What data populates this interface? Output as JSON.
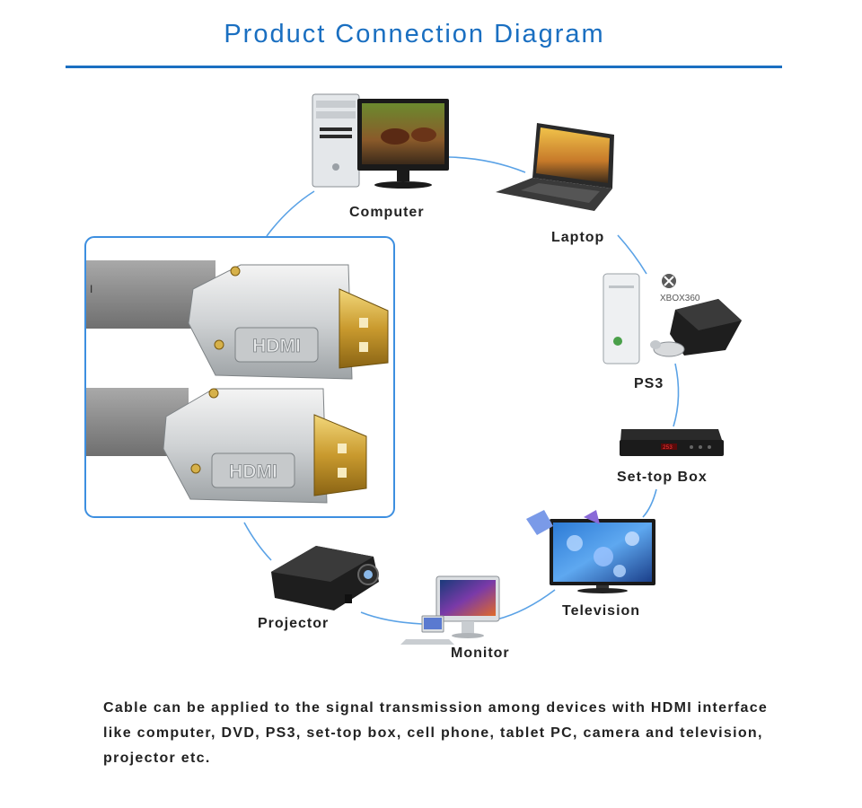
{
  "title": "Product Connection Diagram",
  "colors": {
    "accent": "#1a6fc1",
    "connector": "#5aa2e6"
  },
  "devices": {
    "computer": "Computer",
    "laptop": "Laptop",
    "ps3": "PS3",
    "ps3_badge": "XBOX360",
    "settop": "Set-top Box",
    "television": "Television",
    "monitor": "Monitor",
    "projector": "Projector"
  },
  "cable_inset": {
    "plug_text": "HDMI",
    "cable_mark": "I"
  },
  "description": "Cable can be applied to the signal transmission among devices with HDMI interface like computer, DVD, PS3, set-top box, cell phone, tablet PC, camera and television, projector etc."
}
